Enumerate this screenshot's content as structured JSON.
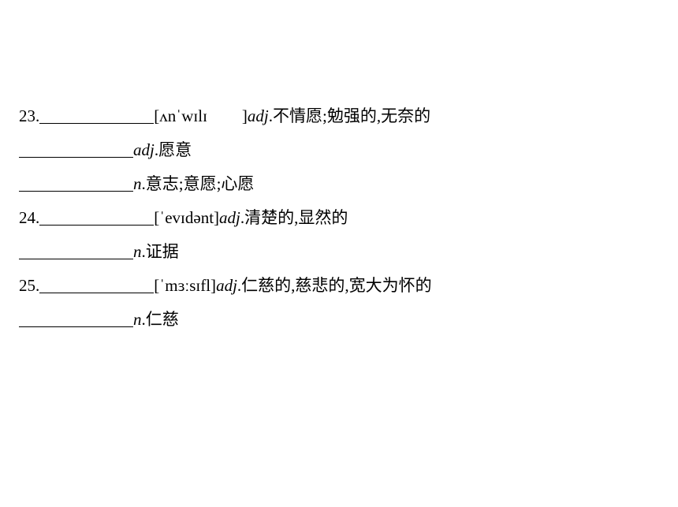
{
  "entries": [
    {
      "number": "23.",
      "phonetic_open": "[ʌnˈwɪlɪ",
      "phonetic_close": "]",
      "pos": "adj",
      "meaning": ".不情愿;勉强的,无奈的"
    },
    {
      "pos": "adj",
      "meaning": ".愿意"
    },
    {
      "pos": "n",
      "meaning": ".意志;意愿;心愿"
    },
    {
      "number": "24.",
      "phonetic": "[ˈevɪdənt]",
      "pos": "adj",
      "meaning": ".清楚的,显然的"
    },
    {
      "pos": "n",
      "meaning": ".证据"
    },
    {
      "number": "25.",
      "phonetic": "[ˈmɜːsɪfl]",
      "pos": "adj",
      "meaning": ".仁慈的,慈悲的,宽大为怀的"
    },
    {
      "pos": "n",
      "meaning": ".仁慈"
    }
  ]
}
